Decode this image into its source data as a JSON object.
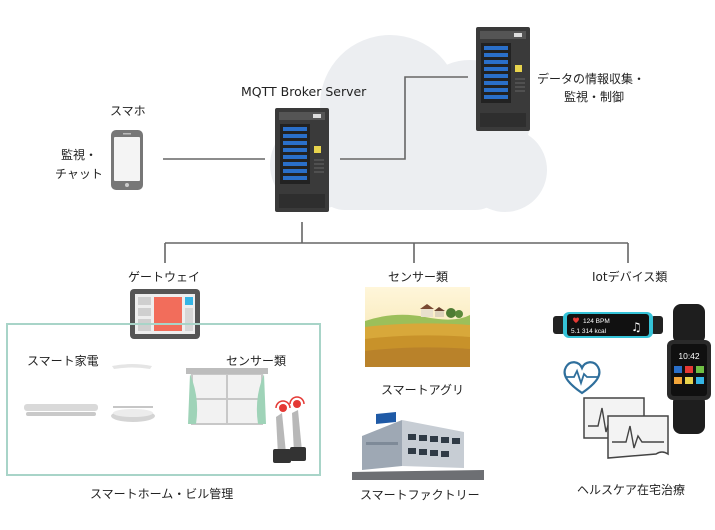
{
  "nodes": {
    "smartphone": {
      "label": "スマホ",
      "caption_line1": "監視・",
      "caption_line2": "チャット"
    },
    "broker": {
      "label": "MQTT Broker Server"
    },
    "cloud_server": {
      "label_line1": "データの情報収集・",
      "label_line2": "監視・制御"
    },
    "gateway": {
      "label": "ゲートウェイ"
    },
    "sensors": {
      "label": "センサー類"
    },
    "iot_devices": {
      "label": "Iotデバイス類"
    }
  },
  "smart_home": {
    "appliances_label": "スマート家電",
    "sensors_label": "センサー類",
    "caption": "スマートホーム・ビル管理"
  },
  "smart_agri": {
    "caption": "スマートアグリ"
  },
  "smart_factory": {
    "caption": "スマートファクトリー"
  },
  "home_care": {
    "caption": "ヘルスケア在宅治療",
    "band_readout_1": "124 BPM",
    "band_readout_2": "5.1  314 kcal",
    "watch_time": "10:42"
  },
  "colors": {
    "line": "#666666",
    "frame_accent": "#a8d4c8",
    "server_body": "#3a3a3a",
    "server_led": "#2a6fc9",
    "tablet_screen_accent": "#f26d5b",
    "cloud": "#eceef1"
  }
}
